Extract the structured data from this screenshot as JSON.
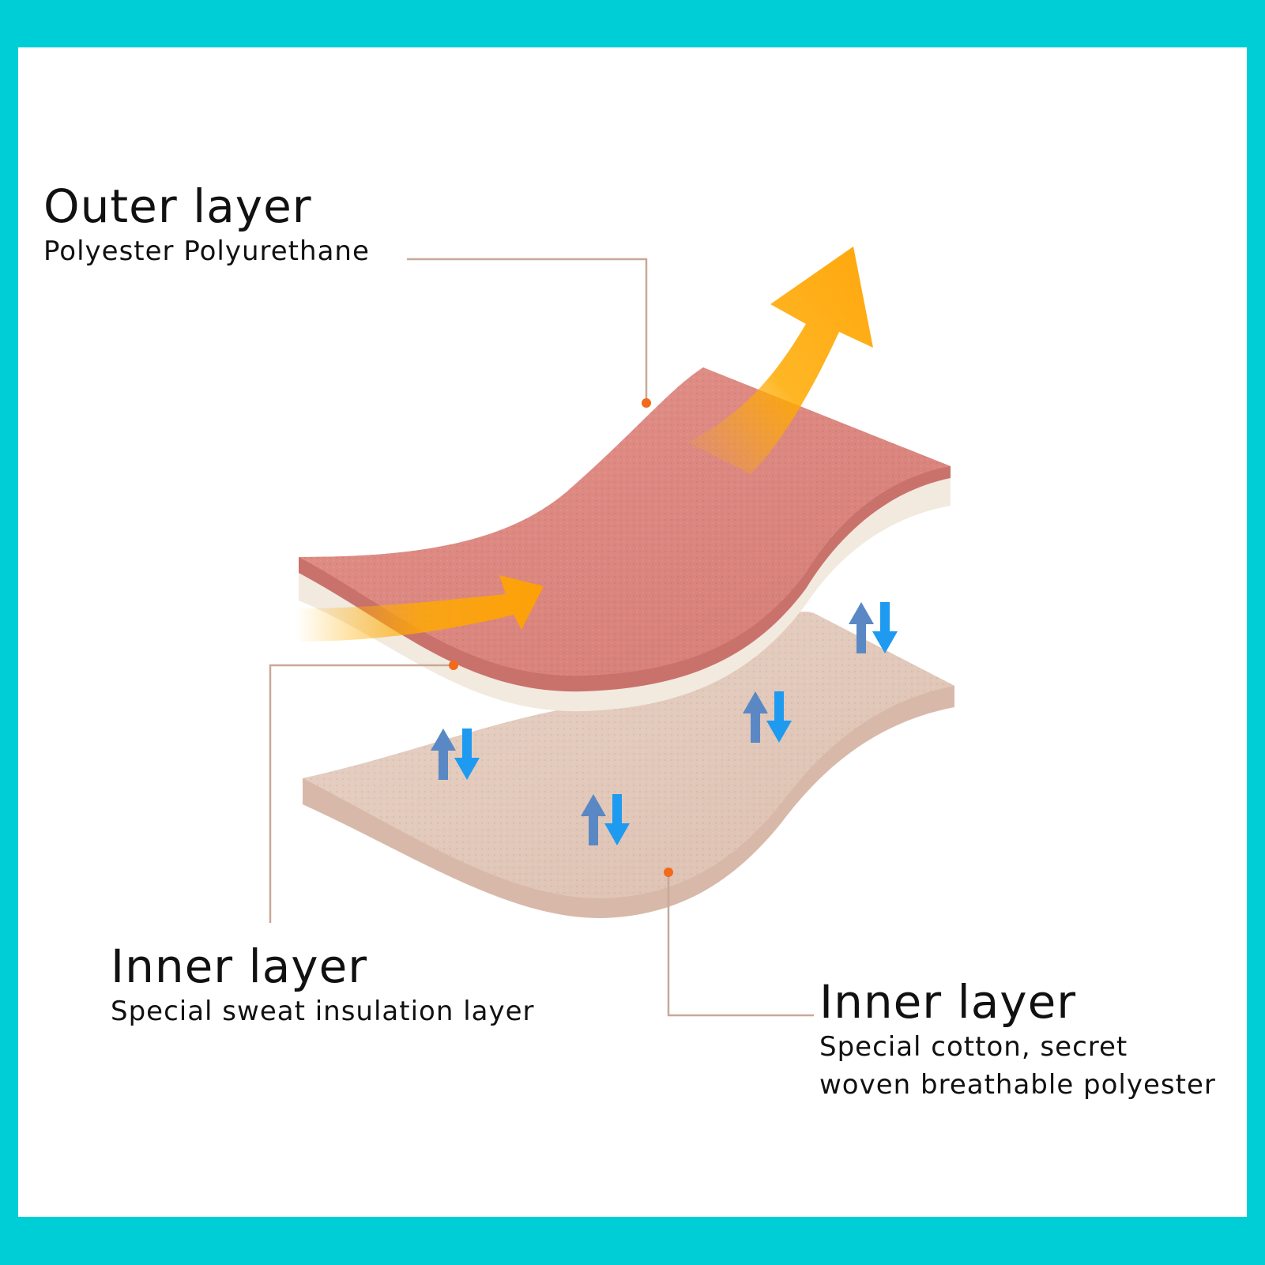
{
  "labels": {
    "outer": {
      "title": "Outer layer",
      "desc": "Polyester Polyurethane"
    },
    "sweat": {
      "title": "Inner layer",
      "desc": "Special sweat insulation layer"
    },
    "cotton": {
      "title": "Inner layer",
      "desc_line1": "Special cotton, secret",
      "desc_line2": "woven breathable polyester"
    }
  },
  "colors": {
    "frame": "#00CED6",
    "background": "#FFFFFF",
    "outer_fabric": "#D9837D",
    "middle_layer": "#F4EDE3",
    "inner_fabric": "#E3C9BB",
    "heat_arrow": "#FFA800",
    "leader_line": "#C9A898",
    "leader_dot": "#F26A1B",
    "arrow_up": "#5A88C4",
    "arrow_down": "#1E9BF0"
  },
  "icons": [
    "heat-arrow-icon",
    "airflow-arrows-icon",
    "leader-dot-icon"
  ]
}
